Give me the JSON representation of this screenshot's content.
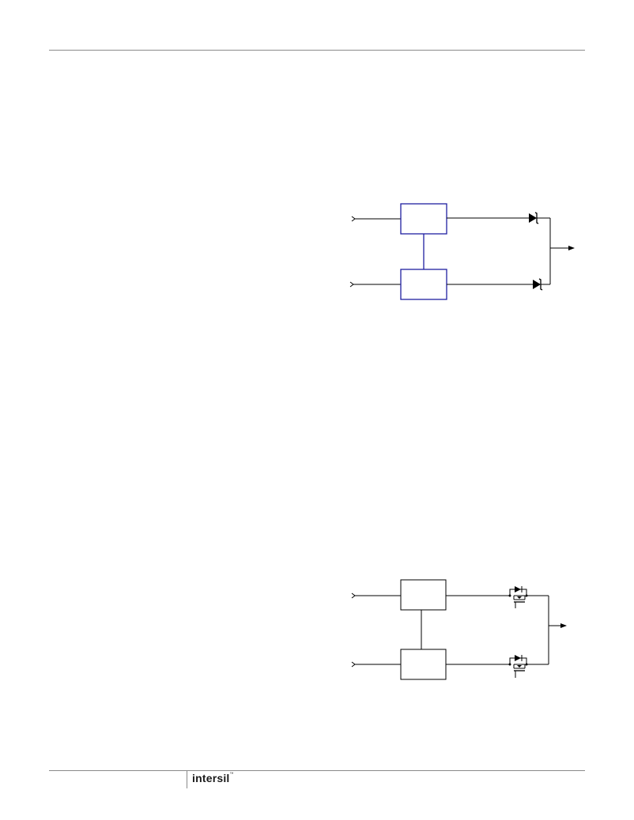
{
  "footer": {
    "logo_text": "intersil",
    "trademark": "™"
  },
  "colors": {
    "block_outline_blue": "#1f1fa0",
    "block_outline_black": "#000000",
    "rule_gray": "#8a8a8a",
    "wire": "#000000"
  },
  "diagrams": [
    {
      "name": "diode-oring",
      "blocks": 2,
      "switch_type": "schottky-diode"
    },
    {
      "name": "mosfet-oring",
      "blocks": 2,
      "switch_type": "mosfet-with-body-diode"
    }
  ]
}
